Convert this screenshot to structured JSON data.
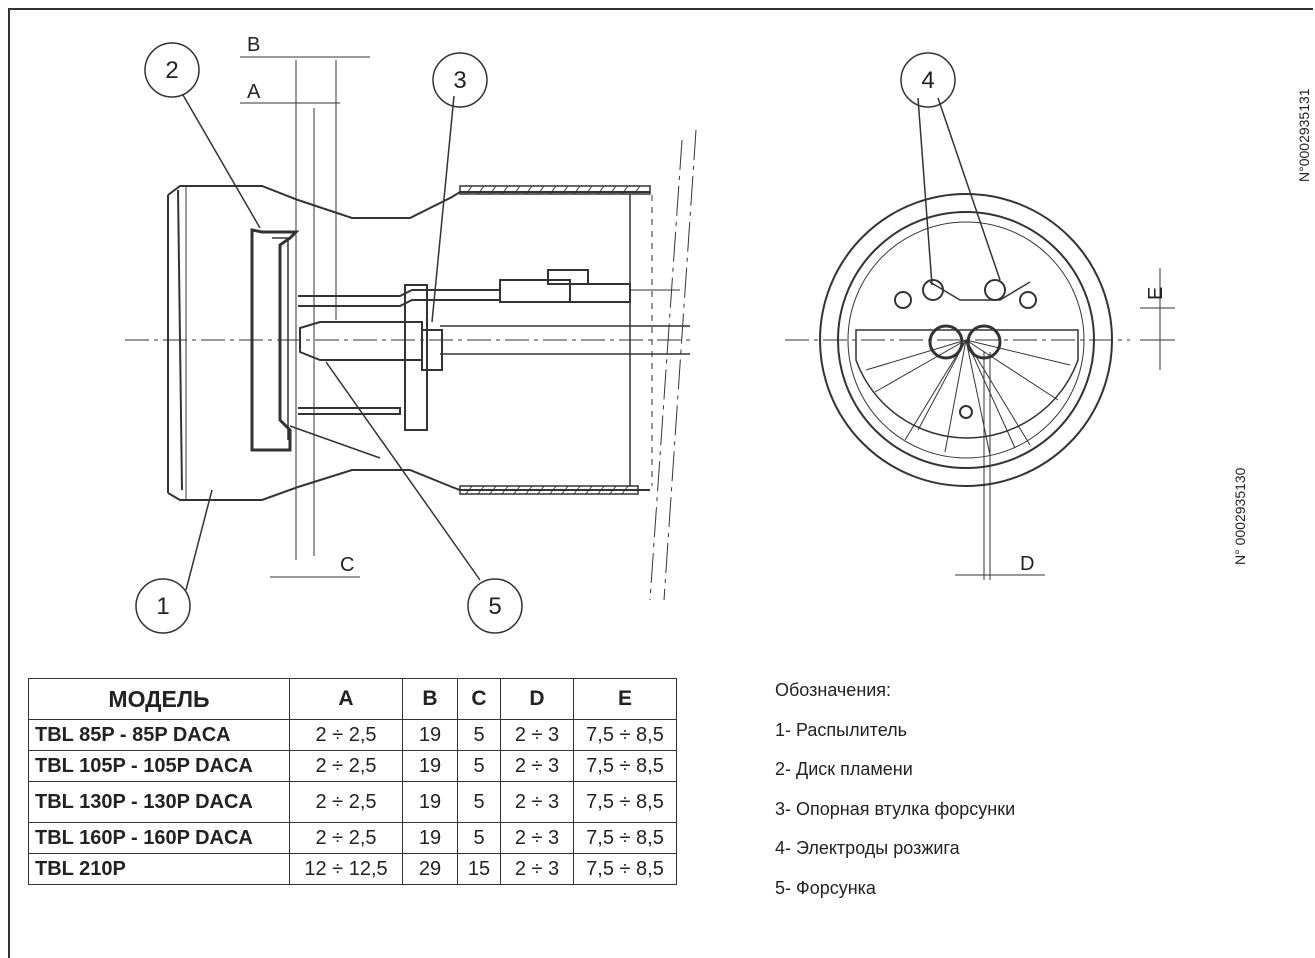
{
  "drawing": {
    "callouts": [
      "1",
      "2",
      "3",
      "4",
      "5"
    ],
    "dimensions": {
      "A": "A",
      "B": "B",
      "C": "C",
      "D": "D",
      "E": "E"
    },
    "code_top_right": "N°0002935131",
    "code_right": "N° 0002935130"
  },
  "table": {
    "headers": [
      "МОДЕЛЬ",
      "A",
      "B",
      "C",
      "D",
      "E"
    ],
    "rows": [
      [
        "TBL 85P - 85P DACA",
        "2 ÷ 2,5",
        "19",
        "5",
        "2 ÷ 3",
        "7,5 ÷ 8,5"
      ],
      [
        "TBL 105P - 105P DACA",
        "2 ÷ 2,5",
        "19",
        "5",
        "2 ÷ 3",
        "7,5 ÷ 8,5"
      ],
      [
        "TBL 130P - 130P DACA",
        "2 ÷ 2,5",
        "19",
        "5",
        "2 ÷ 3",
        "7,5 ÷ 8,5"
      ],
      [
        "TBL 160P - 160P DACA",
        "2 ÷ 2,5",
        "19",
        "5",
        "2 ÷ 3",
        "7,5 ÷ 8,5"
      ],
      [
        "TBL 210P",
        "12 ÷ 12,5",
        "29",
        "15",
        "2 ÷ 3",
        "7,5 ÷ 8,5"
      ]
    ]
  },
  "legend": {
    "title": "Обозначения:",
    "items": [
      "1- Распылитель",
      "2- Диск пламени",
      "3- Опорная втулка форсунки",
      "4- Электроды розжига",
      "5- Форсунка"
    ]
  }
}
